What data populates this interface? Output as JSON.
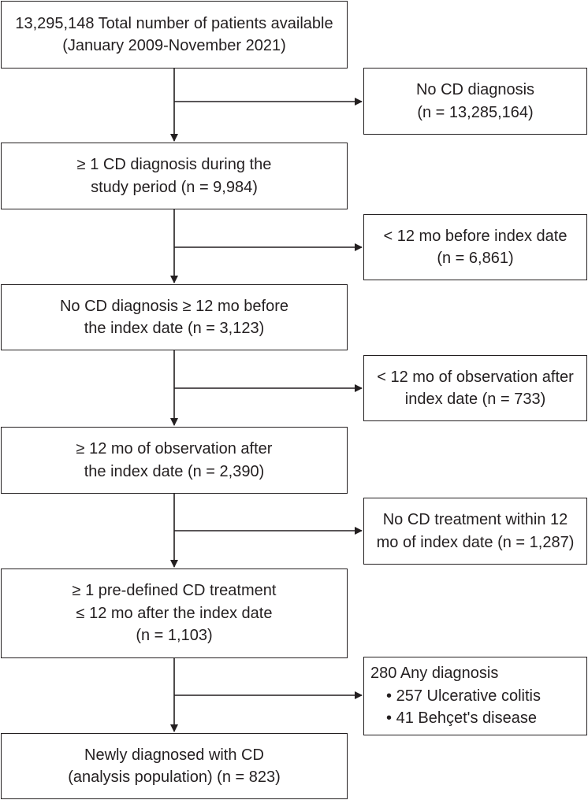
{
  "main_flow": [
    {
      "id": "total",
      "lines": [
        "13,295,148 Total number of patients available",
        "(January 2009-November 2021)"
      ]
    },
    {
      "id": "cd-diagnosis",
      "lines": [
        "≥ 1 CD diagnosis during the",
        "study period (n = 9,984)"
      ]
    },
    {
      "id": "no-prior-cd",
      "lines": [
        "No CD diagnosis  ≥ 12 mo before",
        "the index date (n = 3,123)"
      ]
    },
    {
      "id": "observation",
      "lines": [
        "≥ 12 mo of observation after",
        "the index date (n = 2,390)"
      ]
    },
    {
      "id": "treatment",
      "lines": [
        "≥ 1 pre-defined CD treatment",
        "≤ 12 mo after the index date",
        "(n = 1,103)"
      ]
    },
    {
      "id": "final",
      "lines": [
        "Newly diagnosed with CD",
        "(analysis population) (n = 823)"
      ]
    }
  ],
  "exclusions": [
    {
      "id": "excl-no-cd",
      "lines": [
        "No CD diagnosis",
        "(n = 13,285,164)"
      ]
    },
    {
      "id": "excl-before-index",
      "lines": [
        "< 12 mo before index date",
        "(n = 6,861)"
      ]
    },
    {
      "id": "excl-observation",
      "lines": [
        "< 12 mo of observation after",
        "index date (n = 733)"
      ]
    },
    {
      "id": "excl-treatment",
      "lines": [
        "No CD treatment within 12",
        "mo of index date (n = 1,287)"
      ]
    },
    {
      "id": "excl-other-dx",
      "header": "280 Any diagnosis",
      "bullets": [
        "257 Ulcerative colitis",
        "41 Behçet's disease"
      ]
    }
  ],
  "bullet_symbol": "•"
}
